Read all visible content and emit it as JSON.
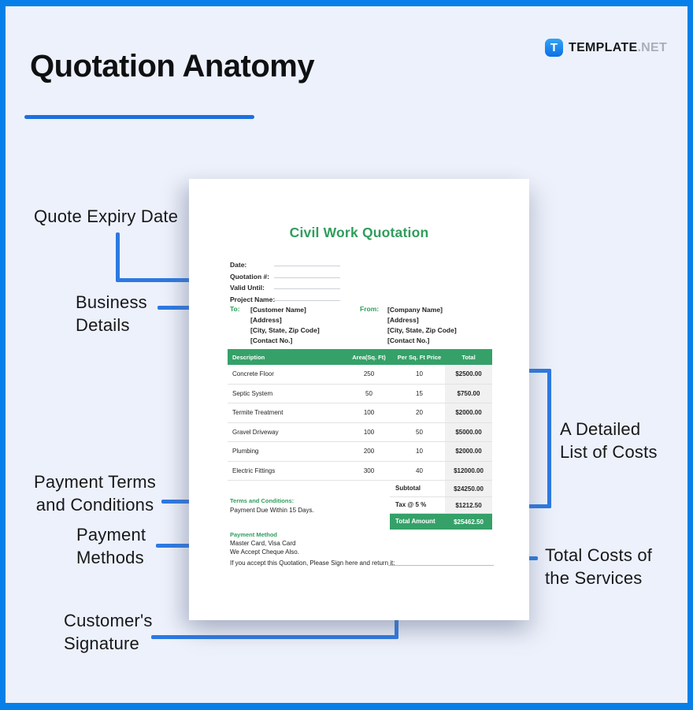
{
  "page": {
    "title": "Quotation Anatomy"
  },
  "brand": {
    "icon_letter": "T",
    "name": "TEMPLATE",
    "suffix": ".NET"
  },
  "colors": {
    "background": "#edf1fb",
    "frame_blue": "#0680e8",
    "arrow_blue": "#2c79e2",
    "underline_blue": "#1d6fdf",
    "green_text": "#2f9e5c",
    "table_header_green": "#35a169"
  },
  "callouts": {
    "quote_expiry": {
      "line1": "Quote Expiry Date"
    },
    "business_details": {
      "line1": "Business",
      "line2": "Details"
    },
    "payment_terms": {
      "line1": "Payment Terms",
      "line2": "and Conditions"
    },
    "payment_methods": {
      "line1": "Payment",
      "line2": "Methods"
    },
    "customers_signature": {
      "line1": "Customer's",
      "line2": "Signature"
    },
    "detailed_list": {
      "line1": "A Detailed",
      "line2": "List of Costs"
    },
    "total_costs": {
      "line1": "Total Costs of",
      "line2": "the Services"
    }
  },
  "document": {
    "title": "Civil Work Quotation",
    "fields": [
      {
        "label": "Date:"
      },
      {
        "label": "Quotation #:"
      },
      {
        "label": "Valid Until:"
      },
      {
        "label": "Project Name:"
      }
    ],
    "to": {
      "label": "To:",
      "lines": [
        "[Customer Name]",
        "[Address]",
        "[City, State, Zip Code]",
        "[Contact No.]"
      ]
    },
    "from": {
      "label": "From:",
      "lines": [
        "[Company Name]",
        "[Address]",
        "[City, State, Zip Code]",
        "[Contact No.]"
      ]
    },
    "table": {
      "headers": [
        "Description",
        "Area(Sq. Ft)",
        "Per Sq. Ft Price",
        "Total"
      ],
      "rows": [
        [
          "Concrete Floor",
          "250",
          "10",
          "$2500.00"
        ],
        [
          "Septic System",
          "50",
          "15",
          "$750.00"
        ],
        [
          "Termite Treatment",
          "100",
          "20",
          "$2000.00"
        ],
        [
          "Gravel Driveway",
          "100",
          "50",
          "$5000.00"
        ],
        [
          "Plumbing",
          "200",
          "10",
          "$2000.00"
        ],
        [
          "Electric Fittings",
          "300",
          "40",
          "$12000.00"
        ]
      ]
    },
    "summary": {
      "subtotal_label": "Subtotal",
      "subtotal_value": "$24250.00",
      "tax_label": "Tax @ 5 %",
      "tax_value": "$1212.50",
      "total_label": "Total Amount",
      "total_value": "$25462.50"
    },
    "terms": {
      "heading": "Terms and Conditions:",
      "body": "Payment Due Within 15 Days."
    },
    "payment": {
      "heading": "Payment Method",
      "line1": "Master Card, Visa Card",
      "line2": "We Accept Cheque Also."
    },
    "signature_note": "If you accept this Quotation, Please Sign here and return it:"
  }
}
